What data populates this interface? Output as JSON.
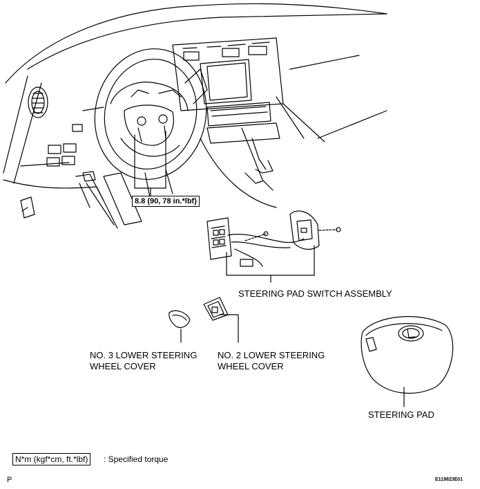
{
  "labels": {
    "torque_value": "8.8 (90, 78 in.*lbf)",
    "steering_pad_switch_assembly": "STEERING PAD SWITCH ASSEMBLY",
    "no3_line1": "NO. 3 LOWER STEERING",
    "no3_line2": "WHEEL COVER",
    "no2_line1": "NO. 2 LOWER STEERING",
    "no2_line2": "WHEEL COVER",
    "steering_pad": "STEERING PAD"
  },
  "legend": {
    "unit_box": "N*m (kgf*cm, ft.*lbf)",
    "description": ": Specified torque"
  },
  "footer": {
    "left_letter": "P",
    "figure_code": "E119823E01"
  },
  "colors": {
    "line": "#000000",
    "background": "#ffffff"
  }
}
